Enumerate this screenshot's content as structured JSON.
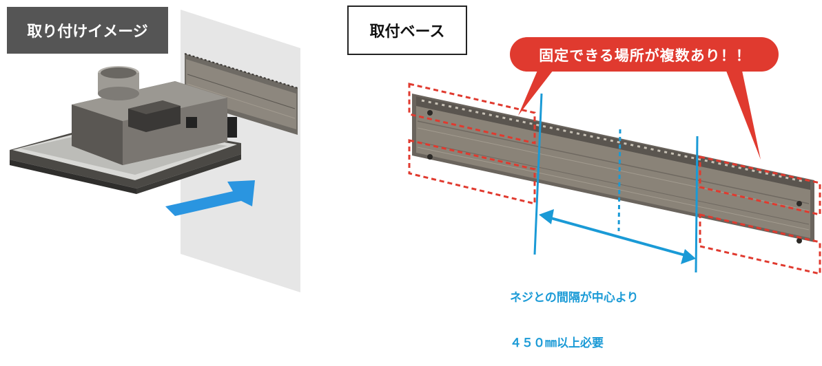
{
  "labels": {
    "install_image": "取り付けイメージ",
    "mount_base": "取付ベース",
    "callout": "固定できる場所が複数あり！！",
    "spacing_line1": "ネジとの間隔が中心より",
    "spacing_line2": "４５０㎜以上必要"
  },
  "colors": {
    "label_bg": "#555555",
    "callout_red": "#e03a2f",
    "dimension_blue": "#1a9ad6",
    "wall_gray": "#e6e6e6",
    "arrow_blue": "#2a95e0",
    "bracket_body": "#8a8378"
  }
}
